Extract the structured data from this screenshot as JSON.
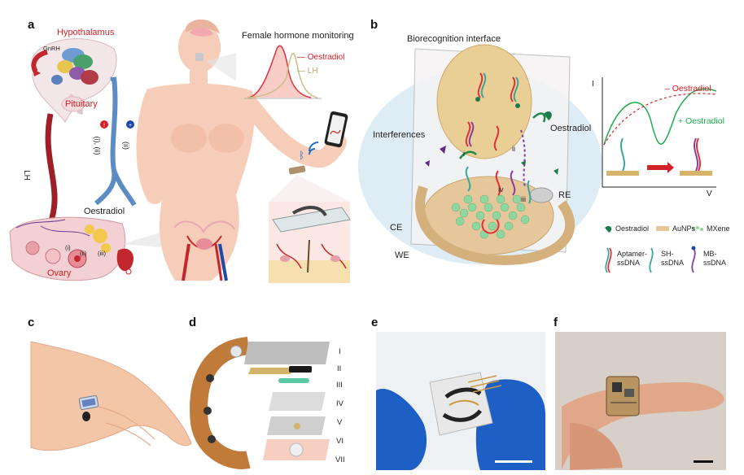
{
  "panels": {
    "a": {
      "letter": "a",
      "hypothalamus": "Hypothalamus",
      "gnrh": "GnRH",
      "pituitary": "Pituitary",
      "lh_axis": "LH",
      "pathway_labels": "(i), (ii)",
      "pathway_label_ii": "(ii)",
      "oestradiol": "Oestradiol",
      "ovary": "Ovary",
      "follicle_i": "(i)",
      "follicle_ii": "(ii)",
      "follicle_iii": "(iii)",
      "monitoring_title": "Female hormone monitoring",
      "legend_oestradiol": "Oestradiol",
      "legend_lh": "LH",
      "colors": {
        "oestradiol": "#e0303a",
        "lh": "#cbbf86"
      }
    },
    "b": {
      "letter": "b",
      "biorecognition": "Biorecognition interface",
      "interferences": "Interferences",
      "oestradiol": "Oestradiol",
      "re": "RE",
      "ce": "CE",
      "we": "WE",
      "marker_i": "i",
      "marker_ii": "ii",
      "marker_iii": "iii",
      "marker_iv": "iv",
      "plot_y": "I",
      "plot_x": "V",
      "minus_oestradiol": "– Oestradiol",
      "plus_oestradiol": "+ Oestradiol",
      "legend": {
        "oestradiol": "Oestradiol",
        "aunps": "AuNPs",
        "mxene": "MXene",
        "aptamer_line1": "Aptamer-",
        "aptamer_line2": "ssDNA",
        "sh_line1": "SH-",
        "sh_line2": "ssDNA",
        "mb_line1": "MB-",
        "mb_line2": "ssDNA"
      }
    },
    "c": {
      "letter": "c"
    },
    "d": {
      "letter": "d",
      "layers": [
        "I",
        "II",
        "III",
        "IV",
        "V",
        "VI",
        "VII"
      ]
    },
    "e": {
      "letter": "e"
    },
    "f": {
      "letter": "f"
    }
  }
}
